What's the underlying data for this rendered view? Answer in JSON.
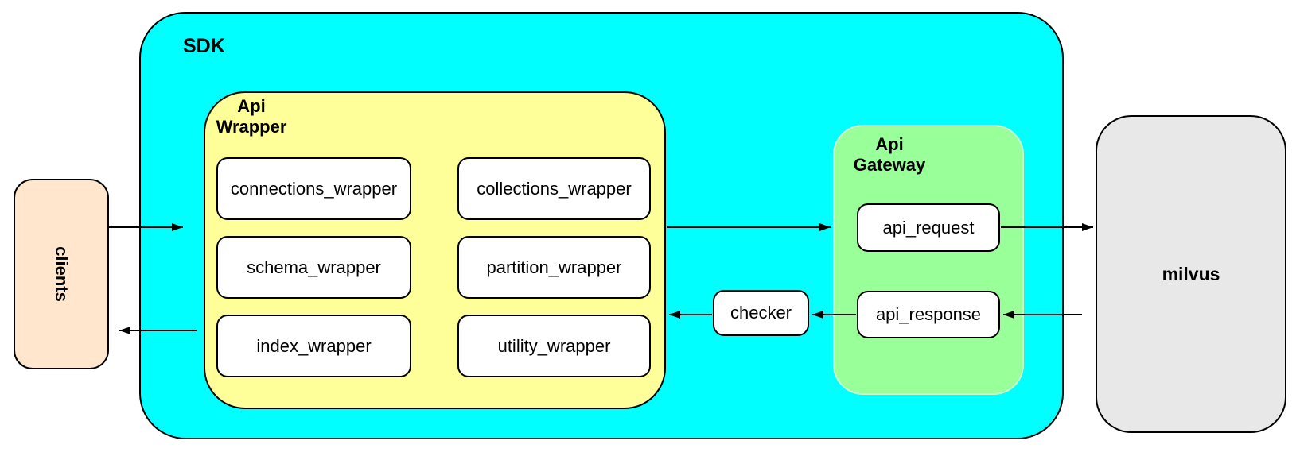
{
  "nodes": {
    "clients": {
      "label": "clients",
      "fill": "#FFE6CC"
    },
    "sdk": {
      "label": "SDK",
      "fill": "#00FFFF"
    },
    "api_wrapper": {
      "label_lines": [
        "Api",
        "Wrapper"
      ],
      "fill": "#FFFF99",
      "boxes": [
        "connections_wrapper",
        "collections_wrapper",
        "schema_wrapper",
        "partition_wrapper",
        "index_wrapper",
        "utility_wrapper"
      ]
    },
    "checker": {
      "label": "checker",
      "fill": "#FFFFFF"
    },
    "api_gateway": {
      "label_lines": [
        "Api",
        "Gateway"
      ],
      "fill": "#99FF99",
      "boxes": [
        "api_request",
        "api_response"
      ]
    },
    "milvus": {
      "label": "milvus",
      "fill": "#E8E8E8"
    }
  },
  "arrows": [
    {
      "name": "clients-to-sdk",
      "direction": "right"
    },
    {
      "name": "api-wrapper-to-api-gateway",
      "direction": "right"
    },
    {
      "name": "api-request-to-milvus",
      "direction": "right"
    },
    {
      "name": "milvus-to-api-response",
      "direction": "left"
    },
    {
      "name": "api-response-to-checker",
      "direction": "left"
    },
    {
      "name": "checker-to-api-wrapper",
      "direction": "left"
    },
    {
      "name": "sdk-to-clients",
      "direction": "left"
    }
  ],
  "colors": {
    "background": "#FFFFFF",
    "stroke": "#000000",
    "gateway_stroke": "#CCFFCC"
  }
}
